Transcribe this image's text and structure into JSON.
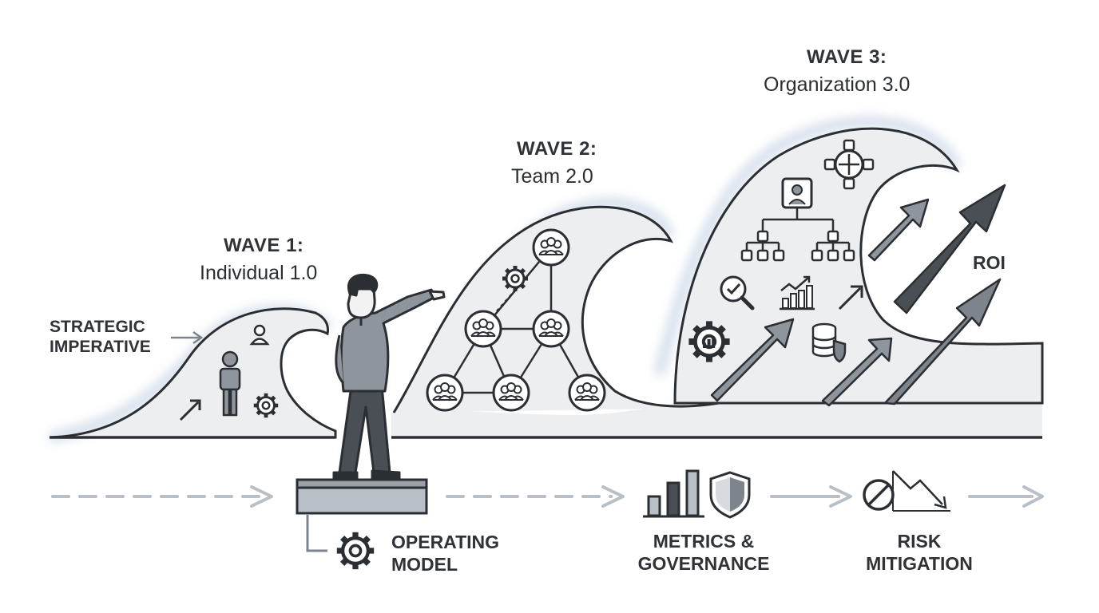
{
  "waves": [
    {
      "title": "WAVE 1:",
      "subtitle": "Individual 1.0"
    },
    {
      "title": "WAVE 2:",
      "subtitle": "Team 2.0"
    },
    {
      "title": "WAVE 3:",
      "subtitle": "Organization 3.0"
    }
  ],
  "strategic": {
    "line1": "STRATEGIC",
    "line2": "IMPERATIVE"
  },
  "roi": "ROI",
  "operating_model": {
    "line1": "OPERATING",
    "line2": "MODEL"
  },
  "metrics": {
    "line1": "METRICS &",
    "line2": "GOVERNANCE"
  },
  "risk": {
    "line1": "RISK",
    "line2": "MITIGATION"
  },
  "colors": {
    "stroke": "#2b2f33",
    "fill_wave": "#eceef0",
    "glow": "#c9d6e6",
    "accent_dark": "#4a4f55",
    "accent_mid": "#7d848c",
    "dash": "#b9bfc6"
  },
  "icons": [
    "arrow-icon",
    "person-icon",
    "gear-icon",
    "team-icon",
    "org-chart-icon",
    "target-icon",
    "magnifier-check-icon",
    "bar-chart-icon",
    "database-shield-icon",
    "bar-graph-icon",
    "shield-icon",
    "no-entry-icon",
    "trend-down-icon"
  ]
}
